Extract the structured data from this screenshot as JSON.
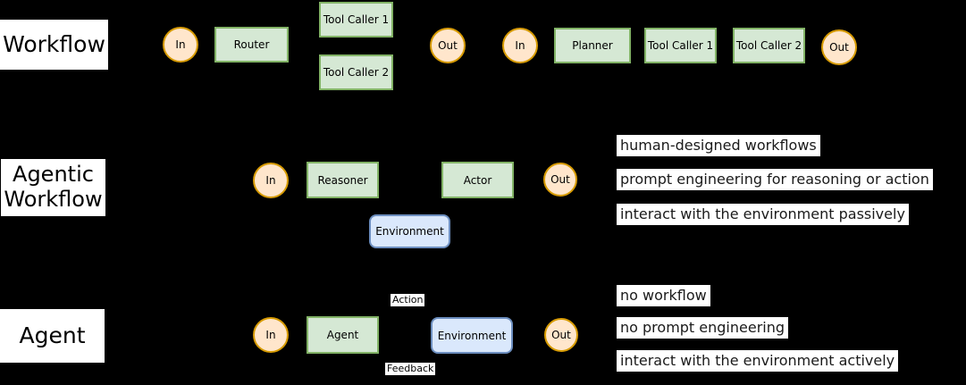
{
  "diagram_title": "Workflow vs Agentic Workflow vs Agent comparison diagram",
  "colors": {
    "background": "#000000",
    "process_fill": "#d5e8d4",
    "process_stroke": "#82b366",
    "io_fill": "#ffe6cc",
    "io_stroke": "#d79b00",
    "environment_fill": "#dae8fc",
    "environment_stroke": "#6c8ebf",
    "label_bg": "#ffffff",
    "label_text": "#000000"
  },
  "sections": {
    "workflow": {
      "label": "Workflow",
      "nodes": {
        "in1": "In",
        "router": "Router",
        "tool_caller_1a": "Tool Caller 1",
        "tool_caller_2a": "Tool Caller 2",
        "out1": "Out",
        "in2": "In",
        "planner": "Planner",
        "tool_caller_1b": "Tool Caller 1",
        "tool_caller_2b": "Tool Caller 2",
        "out2": "Out"
      }
    },
    "agentic_workflow": {
      "label_line1": "Agentic",
      "label_line2": "Workflow",
      "nodes": {
        "in": "In",
        "reasoner": "Reasoner",
        "actor": "Actor",
        "out": "Out",
        "environment": "Environment"
      },
      "notes": [
        "human-designed workflows",
        "prompt engineering for reasoning or action",
        "interact with the environment passively"
      ]
    },
    "agent": {
      "label": "Agent",
      "nodes": {
        "in": "In",
        "agent": "Agent",
        "environment": "Environment",
        "out": "Out"
      },
      "edge_labels": {
        "action": "Action",
        "feedback": "Feedback"
      },
      "notes": [
        "no workflow",
        "no prompt engineering",
        "interact with the environment actively"
      ]
    }
  }
}
